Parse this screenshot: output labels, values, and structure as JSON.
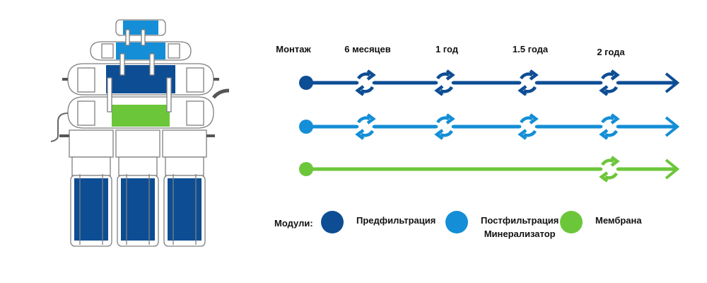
{
  "timeline": {
    "start_label": "Монтаж",
    "milestones": [
      "6 месяцев",
      "1 год",
      "1.5 года",
      "2 года"
    ],
    "rows": [
      {
        "module": "Предфильтрация",
        "color": "#0d4d94",
        "replace_at": [
          "6 месяцев",
          "1 год",
          "1.5 года",
          "2 года"
        ]
      },
      {
        "module": "Постфильтрация Минерализатор",
        "color": "#148ed6",
        "replace_at": [
          "6 месяцев",
          "1 год",
          "1.5 года",
          "2 года"
        ]
      },
      {
        "module": "Мембрана",
        "color": "#6cc63a",
        "replace_at": [
          "2 года"
        ]
      }
    ]
  },
  "legend": {
    "title": "Модули:",
    "items": [
      {
        "label": "Предфильтрация",
        "color": "#0d4d94"
      },
      {
        "label_line1": "Постфильтрация",
        "label_line2": "Минерализатор",
        "color": "#148ed6"
      },
      {
        "label": "Мембрана",
        "color": "#6cc63a"
      }
    ]
  },
  "icons": {
    "replace": "refresh-cycle-icon",
    "start": "start-dot-icon",
    "end": "arrow-right-icon"
  },
  "illustration": {
    "subject": "reverse-osmosis-water-filter-system",
    "colors": {
      "dark_blue": "#0d4d94",
      "light_blue": "#148ed6",
      "green": "#6cc63a",
      "outline": "#7a7a7a"
    }
  }
}
